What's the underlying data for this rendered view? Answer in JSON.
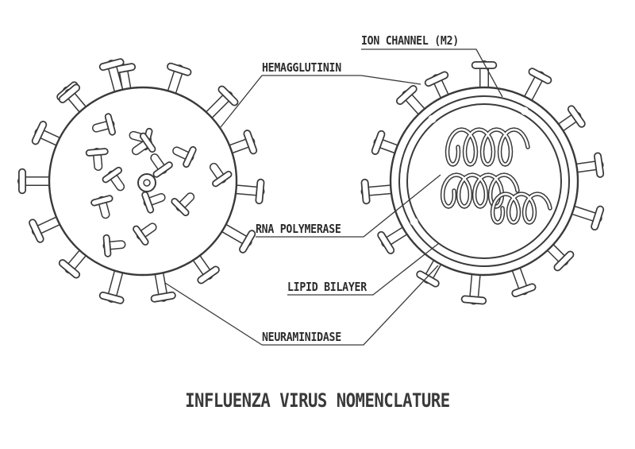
{
  "title": "INFLUENZA VIRUS NOMENCLATURE",
  "labels": {
    "ion_channel": "ION CHANNEL (M2)",
    "hemagglutinin": "HEMAGGLUTININ",
    "rna_polymerase": "RNA POLYMERASE",
    "lipid_bilayer": "LIPID BILAYER",
    "neuraminidase": "NEURAMINIDASE"
  },
  "colors": {
    "line": "#3a3a3a",
    "fill": "#ffffff",
    "text": "#2b2b2b"
  }
}
